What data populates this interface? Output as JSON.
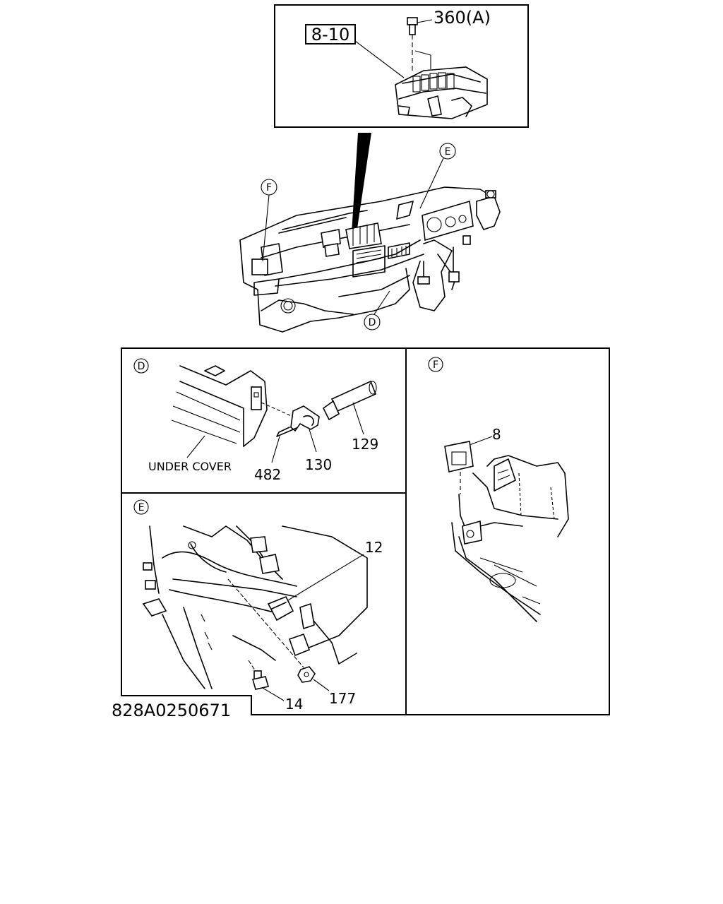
{
  "diagram": {
    "inset_top": {
      "ref_box_label": "8-10",
      "bolt_label": "360(A)"
    },
    "overview": {
      "markers": [
        "F",
        "E",
        "D"
      ]
    },
    "panel_d": {
      "marker": "D",
      "under_cover_label": "UNDER COVER",
      "parts": [
        "129",
        "130",
        "482"
      ]
    },
    "panel_e": {
      "marker": "E",
      "parts": [
        "12",
        "14",
        "177"
      ]
    },
    "panel_f": {
      "marker": "F",
      "parts": [
        "8"
      ]
    },
    "drawing_number": "828A0250671"
  }
}
